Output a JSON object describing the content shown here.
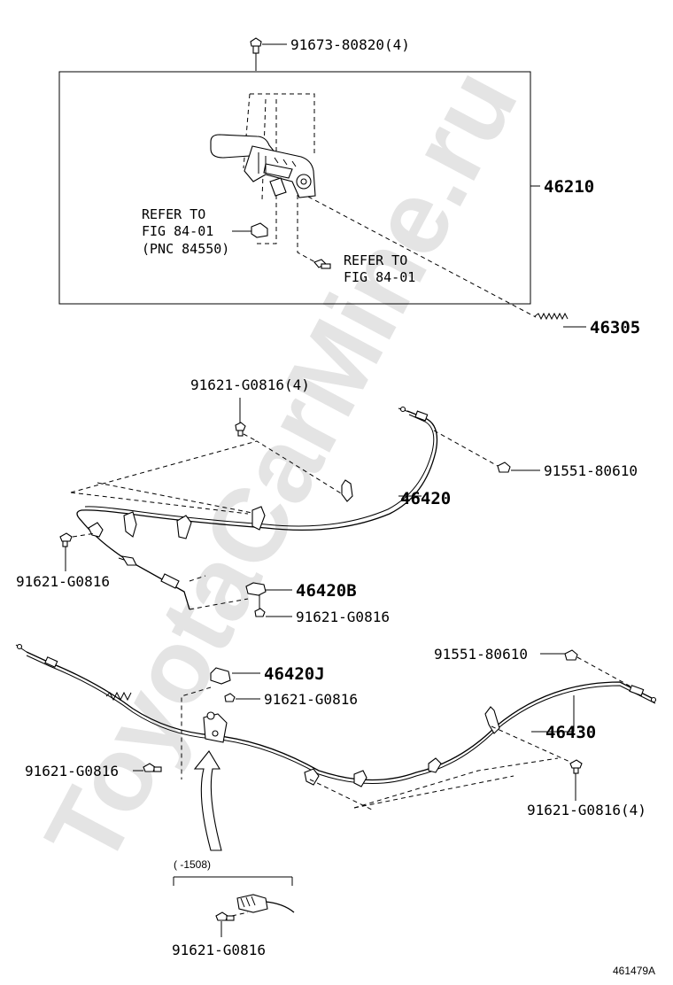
{
  "watermark": "ToyotaCarMine.ru",
  "figure_ref": "461479A",
  "callouts": {
    "bolt_top": "91673-80820(4)",
    "assy_46210": "46210",
    "refer_left_1": "REFER TO",
    "refer_left_2": "FIG 84-01",
    "refer_left_3": "(PNC 84550)",
    "refer_right_1": "REFER TO",
    "refer_right_2": "FIG 84-01",
    "spring_46305": "46305",
    "bolt_group_mid": "91621-G0816(4)",
    "bolt_91551_a": "91551-80610",
    "cable_46420": "46420",
    "bolt_left_mid": "91621-G0816",
    "bracket_46420b": "46420B",
    "bolt_46420b": "91621-G0816",
    "bolt_91551_b": "91551-80610",
    "bracket_46420j": "46420J",
    "bolt_46420j": "91621-G0816",
    "cable_46430": "46430",
    "bolt_left_low": "91621-G0816",
    "bolt_group_low": "91621-G0816(4)",
    "variant_note": "(      -1508)",
    "bolt_variant": "91621-G0816"
  }
}
